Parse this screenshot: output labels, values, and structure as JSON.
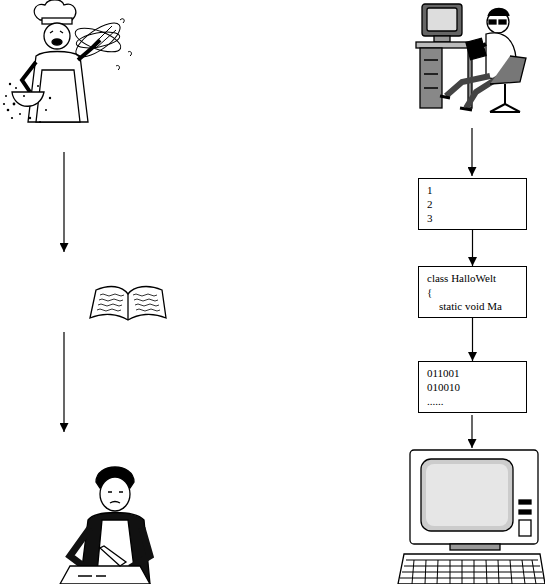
{
  "diagram": {
    "nodes": [
      {
        "text": [
          "1",
          "2",
          "3"
        ]
      },
      {
        "text": [
          "class HalloWelt",
          "{",
          "static void Ma"
        ]
      },
      {
        "text": [
          "011001",
          "010010",
          "......"
        ]
      }
    ],
    "edges": [
      {
        "from": 0,
        "to": 1,
        "arrow": "to"
      },
      {
        "from": 1,
        "to": 2,
        "arrow": "to"
      }
    ]
  }
}
